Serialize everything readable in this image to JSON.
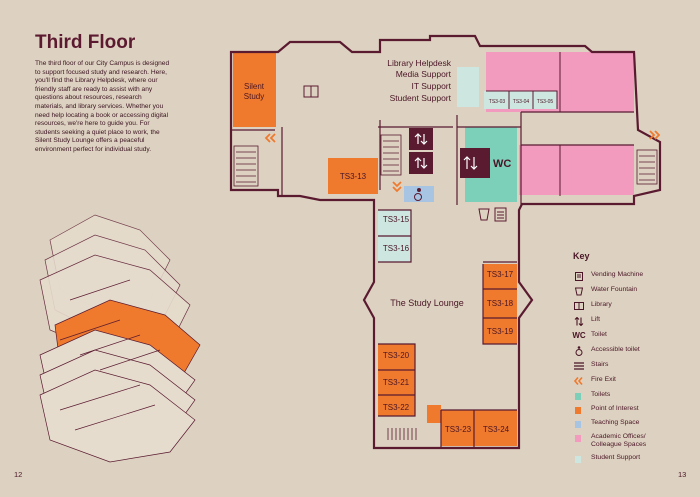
{
  "page": {
    "title": "Third Floor",
    "intro": "The third floor of our City Campus is designed to support focused study and research. Here, you'll find the Library Helpdesk, where our friendly staff are ready to assist with any questions about resources, research materials, and library services. Whether you need help locating a book or accessing digital resources, we're here to guide you. For students seeking a quiet place to work, the Silent Study Lounge offers a peaceful environment perfect for individual study.",
    "page_left": "12",
    "page_right": "13"
  },
  "colors": {
    "background": "#ddd2c1",
    "wall": "#5a1a30",
    "point_of_interest": "#ef7a2e",
    "toilets": "#7ccfb8",
    "academic": "#f29bbf",
    "student_support": "#cde6df",
    "teaching": "#a7c5e3",
    "dark_block": "#5a1a30"
  },
  "map": {
    "helpdesk_label": [
      "Library Helpdesk",
      "Media Support",
      "IT Support",
      "Student Support"
    ],
    "rooms": {
      "silent_study": [
        "Silent",
        "Study"
      ],
      "ts3_03": "TS3-03",
      "ts3_04": "TS3-04",
      "ts3_05": "TS3-05",
      "ts3_13": "TS3-13",
      "ts3_15": "TS3-15",
      "ts3_16": "TS3-16",
      "ts3_17": "TS3-17",
      "ts3_18": "TS3-18",
      "ts3_19": "TS3-19",
      "ts3_20": "TS3-20",
      "ts3_21": "TS3-21",
      "ts3_22": "TS3-22",
      "ts3_23": "TS3-23",
      "ts3_24": "TS3-24",
      "study_lounge": "The Study Lounge",
      "wc": "WC"
    }
  },
  "key": {
    "title": "Key",
    "items": [
      {
        "icon": "vending-machine-icon",
        "label": "Vending Machine"
      },
      {
        "icon": "water-fountain-icon",
        "label": "Water Fountain"
      },
      {
        "icon": "library-icon",
        "label": "Library"
      },
      {
        "icon": "lift-icon",
        "label": "Lift"
      },
      {
        "icon": "toilet-icon",
        "glyph": "WC",
        "label": "Toilet"
      },
      {
        "icon": "accessible-toilet-icon",
        "label": "Accessible toilet"
      },
      {
        "icon": "stairs-icon",
        "label": "Stairs"
      },
      {
        "icon": "fire-exit-icon",
        "label": "Fire Exit"
      },
      {
        "swatch": "#7ccfb8",
        "label": "Toilets"
      },
      {
        "swatch": "#ef7a2e",
        "label": "Point of Interest"
      },
      {
        "swatch": "#a7c5e3",
        "label": "Teaching Space"
      },
      {
        "swatch": "#f29bbf",
        "label": "Academic Offices/ Colleague Spaces"
      },
      {
        "swatch": "#cde6df",
        "label": "Student Support"
      }
    ]
  }
}
